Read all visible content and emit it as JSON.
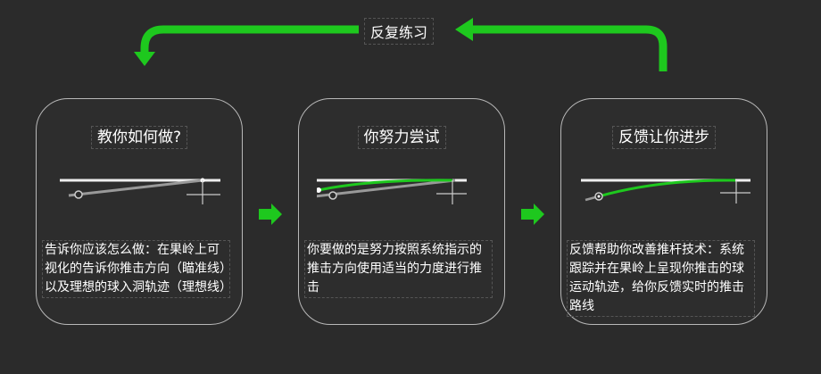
{
  "loop_label": "反复练习",
  "colors": {
    "accent": "#1ec81e",
    "background": "#2b2b2b",
    "border": "#b8b8b8"
  },
  "cards": [
    {
      "title": "教你如何做?",
      "description": "告诉你应该怎么做：在果岭上可视化的告诉你推击方向（瞄准线）以及理想的球入洞轨迹（理想线）"
    },
    {
      "title": "你努力尝试",
      "description": "你要做的是努力按照系统指示的推击方向使用适当的力度进行推击"
    },
    {
      "title": "反馈让你进步",
      "description": "反馈帮助你改善推杆技术：系统跟踪并在果岭上呈现你推击的球运动轨迹，给你反馈实时的推击路线"
    }
  ]
}
